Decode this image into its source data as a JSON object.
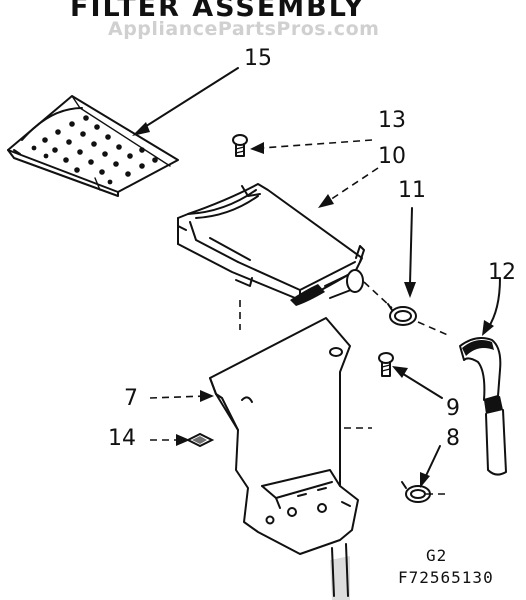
{
  "title": "FILTER ASSEMBLY",
  "watermark": "AppliancePartsPros.com",
  "callouts": {
    "c15": "15",
    "c13": "13",
    "c10": "10",
    "c11": "11",
    "c12": "12",
    "c7": "7",
    "c14": "14",
    "c9": "9",
    "c8": "8"
  },
  "diagram_code": "G2",
  "figure_number": "F72565130"
}
